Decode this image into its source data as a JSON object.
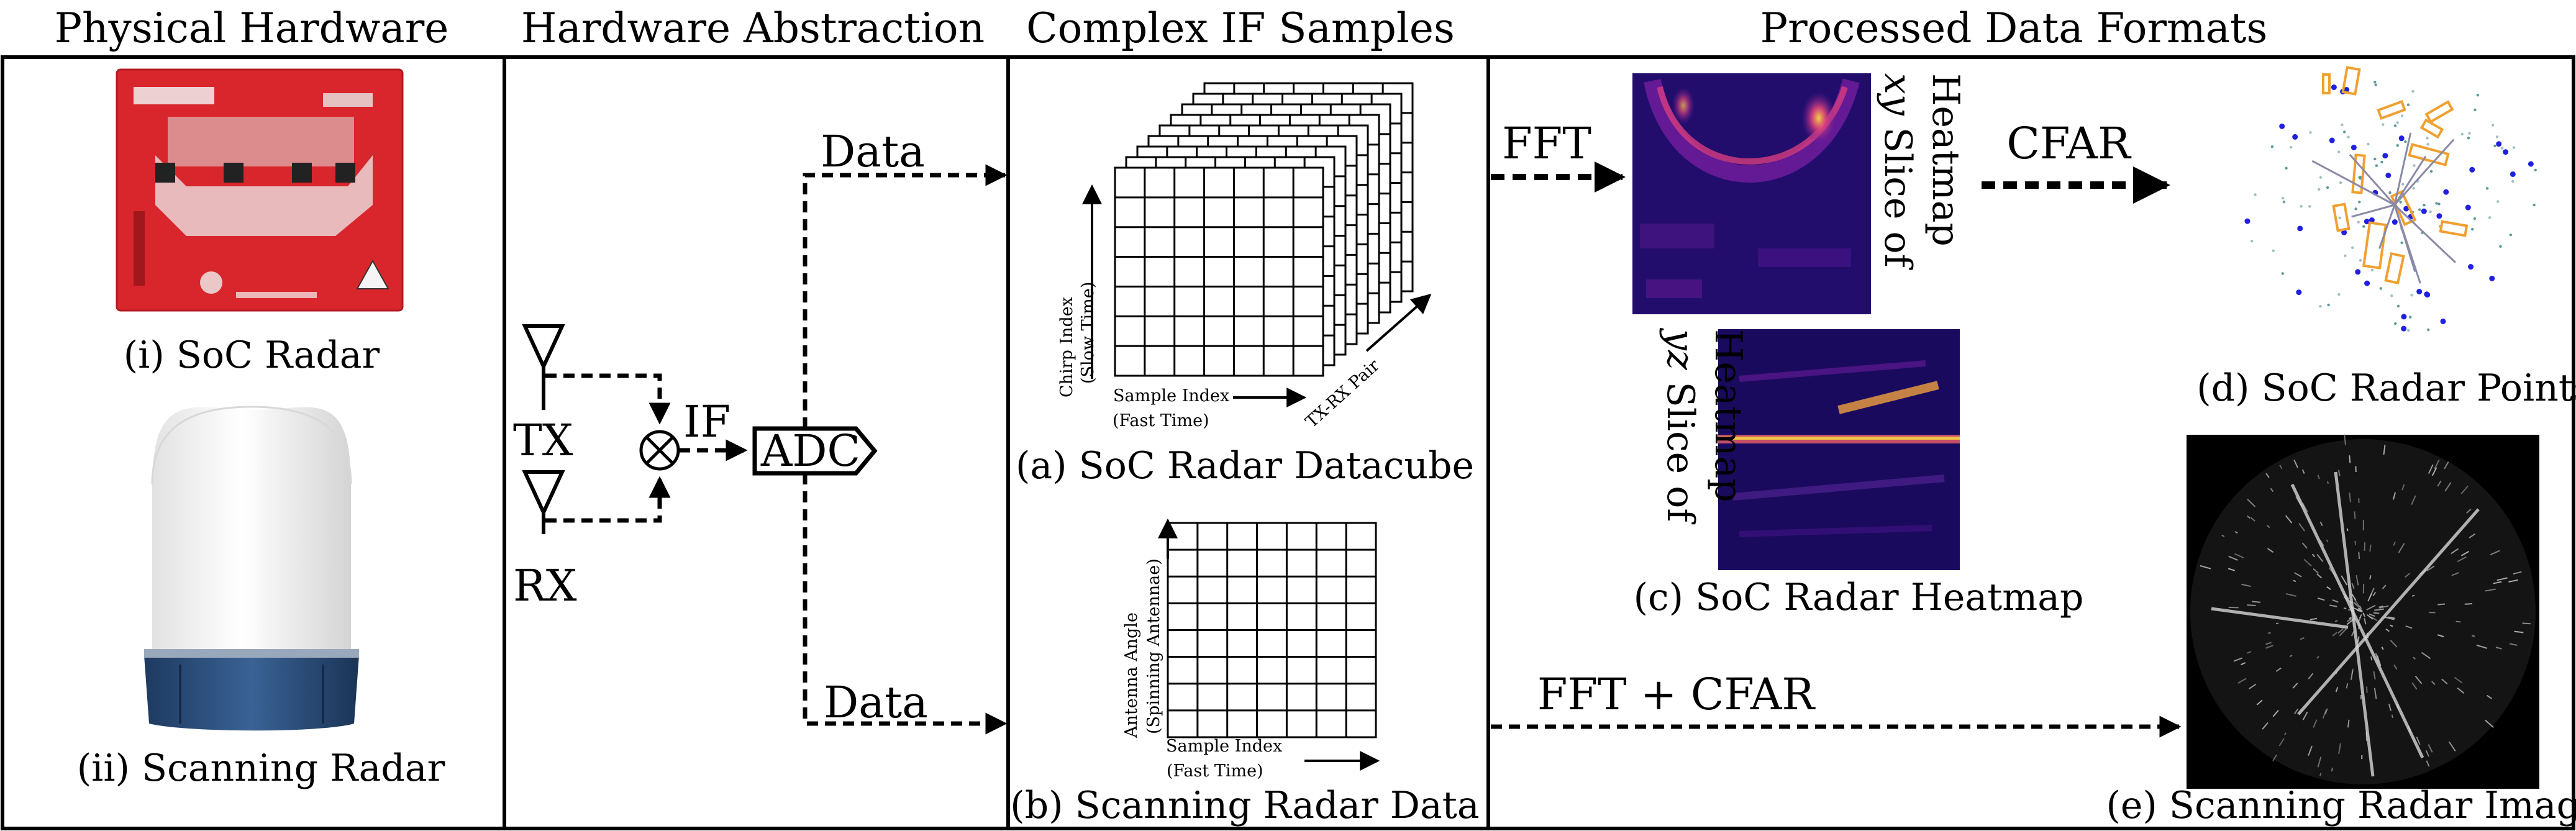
{
  "headers": {
    "physical": "Physical Hardware",
    "abstraction": "Hardware Abstraction",
    "samples": "Complex IF Samples",
    "processed": "Processed Data Formats"
  },
  "hardware": {
    "soc_caption": "(i) SoC Radar",
    "scanning_caption": "(ii) Scanning Radar"
  },
  "abstraction": {
    "tx": "TX",
    "rx": "RX",
    "if": "IF",
    "adc": "ADC",
    "data_top": "Data",
    "data_bottom": "Data"
  },
  "datacube": {
    "y_axis_line1": "Chirp Index",
    "y_axis_line2": "(Slow Time)",
    "x_axis_line1": "Sample Index",
    "x_axis_line2": "(Fast Time)",
    "z_axis": "TX-RX Pair",
    "caption": "(a) SoC Radar Datacube"
  },
  "scanning_data": {
    "y_axis_line1": "Antenna Angle",
    "y_axis_line2": "(Spinning Antennae)",
    "x_axis_line1": "Sample Index",
    "x_axis_line2": "(Fast Time)",
    "caption": "(b) Scanning Radar Data"
  },
  "processed": {
    "fft": "FFT",
    "cfar": "CFAR",
    "fft_cfar": "FFT + CFAR",
    "xy_var": "xy",
    "xy_rest": " Slice of",
    "xy_line2": "Heatmap",
    "yz_var": "yz",
    "yz_rest": " Slice of",
    "yz_line2": "Heatmap",
    "heatmap_caption": "(c) SoC Radar Heatmap",
    "points_caption": "(d) SoC Radar Points",
    "image_caption": "(e) Scanning Radar Image"
  },
  "colors": {
    "pcb_red": "#d9262c",
    "enclosure_white": "#f2f2f2",
    "enclosure_blue": "#2c4f7d",
    "heatmap_dark": "#1a0a5e",
    "heatmap_hot": "#f5d046",
    "box_orange": "#f0a030",
    "point_blue": "#2020e0"
  }
}
